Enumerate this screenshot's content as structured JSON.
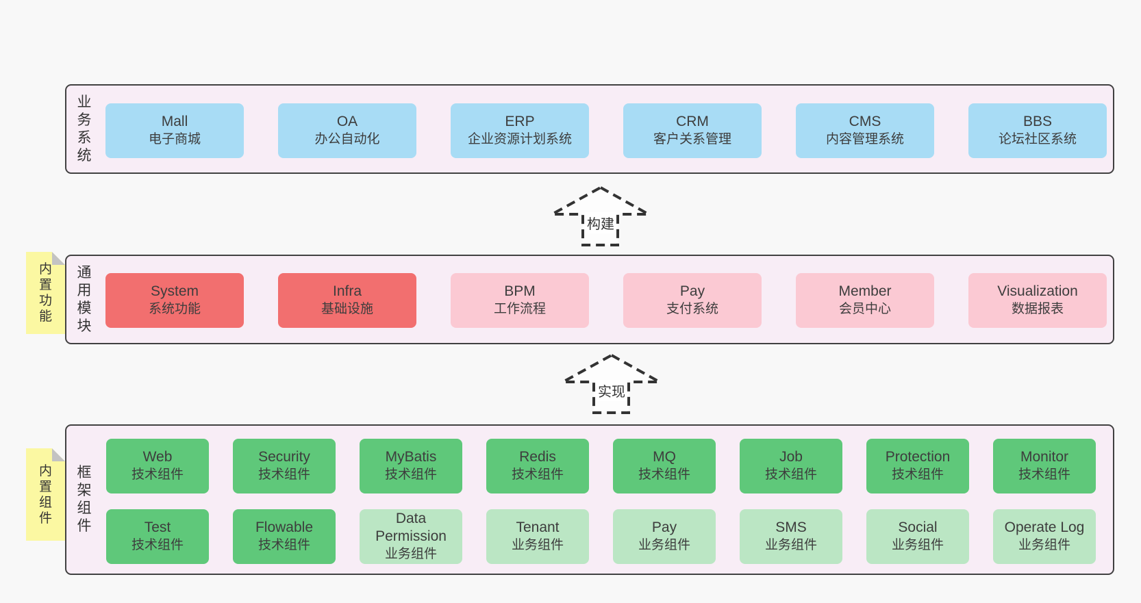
{
  "diagram": {
    "arrows": [
      {
        "label": "构建"
      },
      {
        "label": "实现"
      }
    ],
    "layers": {
      "business": {
        "side_label": "业务系统",
        "boxes": [
          {
            "title": "Mall",
            "subtitle": "电子商城",
            "variant": "blue"
          },
          {
            "title": "OA",
            "subtitle": "办公自动化",
            "variant": "blue"
          },
          {
            "title": "ERP",
            "subtitle": "企业资源计划系统",
            "variant": "blue"
          },
          {
            "title": "CRM",
            "subtitle": "客户关系管理",
            "variant": "blue"
          },
          {
            "title": "CMS",
            "subtitle": "内容管理系统",
            "variant": "blue"
          },
          {
            "title": "BBS",
            "subtitle": "论坛社区系统",
            "variant": "blue"
          }
        ]
      },
      "modules": {
        "side_label": "通用模块",
        "note": "内置功能",
        "boxes": [
          {
            "title": "System",
            "subtitle": "系统功能",
            "variant": "red"
          },
          {
            "title": "Infra",
            "subtitle": "基础设施",
            "variant": "red"
          },
          {
            "title": "BPM",
            "subtitle": "工作流程",
            "variant": "pink"
          },
          {
            "title": "Pay",
            "subtitle": "支付系统",
            "variant": "pink"
          },
          {
            "title": "Member",
            "subtitle": "会员中心",
            "variant": "pink"
          },
          {
            "title": "Visualization",
            "subtitle": "数据报表",
            "variant": "pink"
          }
        ]
      },
      "framework": {
        "side_label": "框架组件",
        "note": "内置组件",
        "rows": [
          [
            {
              "title": "Web",
              "subtitle": "技术组件",
              "variant": "green"
            },
            {
              "title": "Security",
              "subtitle": "技术组件",
              "variant": "green"
            },
            {
              "title": "MyBatis",
              "subtitle": "技术组件",
              "variant": "green"
            },
            {
              "title": "Redis",
              "subtitle": "技术组件",
              "variant": "green"
            },
            {
              "title": "MQ",
              "subtitle": "技术组件",
              "variant": "green"
            },
            {
              "title": "Job",
              "subtitle": "技术组件",
              "variant": "green"
            },
            {
              "title": "Protection",
              "subtitle": "技术组件",
              "variant": "green"
            },
            {
              "title": "Monitor",
              "subtitle": "技术组件",
              "variant": "green"
            }
          ],
          [
            {
              "title": "Test",
              "subtitle": "技术组件",
              "variant": "green"
            },
            {
              "title": "Flowable",
              "subtitle": "技术组件",
              "variant": "green"
            },
            {
              "title": "Data Permission",
              "subtitle": "业务组件",
              "variant": "lightgreen"
            },
            {
              "title": "Tenant",
              "subtitle": "业务组件",
              "variant": "lightgreen"
            },
            {
              "title": "Pay",
              "subtitle": "业务组件",
              "variant": "lightgreen"
            },
            {
              "title": "SMS",
              "subtitle": "业务组件",
              "variant": "lightgreen"
            },
            {
              "title": "Social",
              "subtitle": "业务组件",
              "variant": "lightgreen"
            },
            {
              "title": "Operate Log",
              "subtitle": "业务组件",
              "variant": "lightgreen"
            }
          ]
        ]
      }
    },
    "colors": {
      "blue": "#a8dcf5",
      "red": "#f26f6f",
      "pink": "#fbc9d3",
      "green": "#5fc87a",
      "lightgreen": "#bbe6c4",
      "container_bg": "#f8edf6",
      "note_bg": "#fbf8a2",
      "border": "#414141"
    }
  }
}
